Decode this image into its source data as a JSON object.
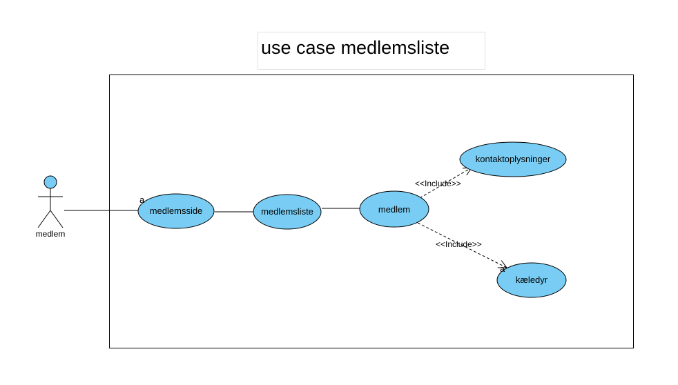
{
  "diagram": {
    "title": "use case medlemsliste",
    "actor": {
      "label": "medlem"
    },
    "use_cases": {
      "medlemsside": "medlemsside",
      "medlemsliste": "medlemsliste",
      "medlem": "medlem",
      "kontakt": "kontaktoplysninger",
      "kaeledyr": "kæledyr"
    },
    "relations": {
      "include_1": "<<Include>>",
      "include_2": "<<Include>>"
    },
    "markers": {
      "a1": "a",
      "a2": "a"
    },
    "colors": {
      "use_case_fill": "#79cdf4",
      "stroke": "#000000"
    }
  }
}
